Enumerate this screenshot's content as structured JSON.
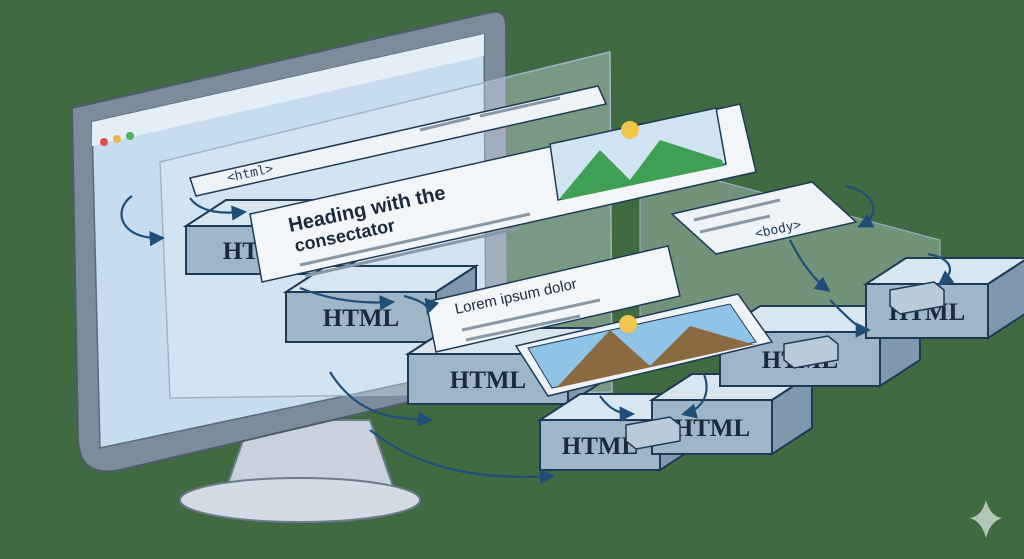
{
  "colors": {
    "background": "#3f6a42",
    "monitor_frame": "#6d7b8c",
    "screen": "#c7dcef",
    "block_top": "#d9e6ef",
    "block_front": "#9fb6c8",
    "block_side": "#7f98ad",
    "outline": "#1f3a55",
    "panel": "#eef3f7",
    "arrow": "#1f4f78"
  },
  "diagram": {
    "tags": {
      "html_tag": "<html>",
      "body_tag": "<body>"
    },
    "heading_text_line1": "Heading with  the",
    "heading_text_line2": "consectator",
    "lorem_text": "Lorem ipsum dolor",
    "blocks": [
      {
        "label": "HTML"
      },
      {
        "label": "HTML"
      },
      {
        "label": "HTML"
      },
      {
        "label": "HTML"
      },
      {
        "label": "HTML"
      },
      {
        "label": "HTML"
      },
      {
        "label": "HTML"
      }
    ],
    "image_placeholders": [
      {
        "icon": "landscape-image-icon"
      },
      {
        "icon": "landscape-image-icon"
      }
    ],
    "sparkle_icon": "sparkle-icon"
  }
}
